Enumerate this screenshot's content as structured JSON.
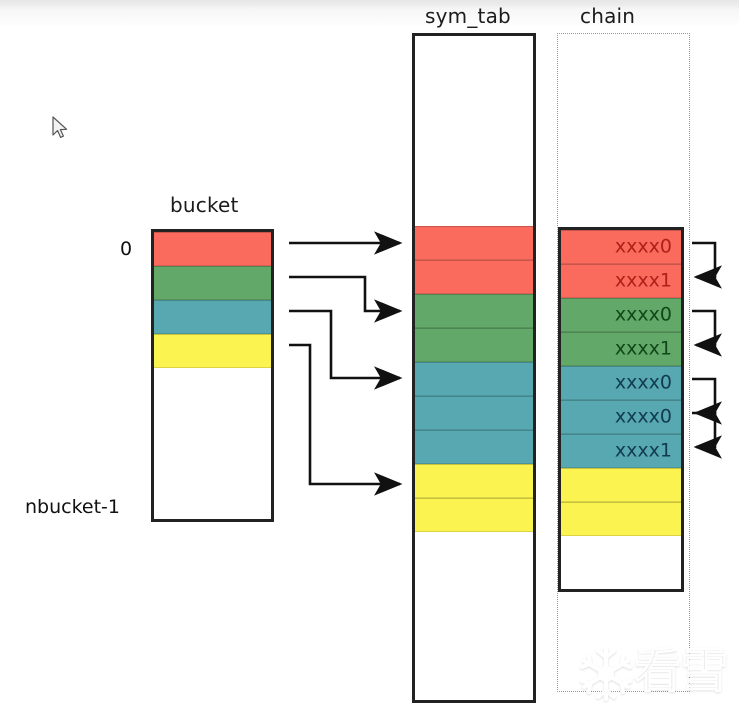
{
  "diagram": {
    "title_bucket": "bucket",
    "title_symtab": "sym_tab",
    "title_chain": "chain",
    "bucket_top_label": "0",
    "bucket_bottom_label": "nbucket-1",
    "colors": {
      "red": "#FA6B5E",
      "green": "#62A868",
      "teal": "#57A8B0",
      "yellow": "#FAF350",
      "white": "#FFFFFF",
      "border": "#222222",
      "dotted_border": "#9A9A9A",
      "label_red": "#B02018",
      "label_green": "#10481A",
      "label_teal": "#123B52",
      "page_bg": "#FFFFFF",
      "top_band": "#E6E6E6"
    },
    "bucket_cells": [
      {
        "color": "red",
        "label": ""
      },
      {
        "color": "green",
        "label": ""
      },
      {
        "color": "teal",
        "label": ""
      },
      {
        "color": "yellow",
        "label": ""
      },
      {
        "color": "white",
        "label": ""
      }
    ],
    "symtab_cells": [
      {
        "color": "white",
        "label": ""
      },
      {
        "color": "red",
        "label": ""
      },
      {
        "color": "red",
        "label": ""
      },
      {
        "color": "green",
        "label": ""
      },
      {
        "color": "green",
        "label": ""
      },
      {
        "color": "teal",
        "label": ""
      },
      {
        "color": "teal",
        "label": ""
      },
      {
        "color": "teal",
        "label": ""
      },
      {
        "color": "yellow",
        "label": ""
      },
      {
        "color": "yellow",
        "label": ""
      },
      {
        "color": "white",
        "label": ""
      }
    ],
    "chain_cells": [
      {
        "color": "red",
        "label": "xxxx0"
      },
      {
        "color": "red",
        "label": "xxxx1"
      },
      {
        "color": "green",
        "label": "xxxx0"
      },
      {
        "color": "green",
        "label": "xxxx1"
      },
      {
        "color": "teal",
        "label": "xxxx0"
      },
      {
        "color": "teal",
        "label": "xxxx0"
      },
      {
        "color": "teal",
        "label": "xxxx1"
      },
      {
        "color": "yellow",
        "label": ""
      },
      {
        "color": "yellow",
        "label": ""
      },
      {
        "color": "white",
        "label": ""
      }
    ],
    "watermark_text": "看雪",
    "watermark_icon": "snowflake-icon"
  }
}
